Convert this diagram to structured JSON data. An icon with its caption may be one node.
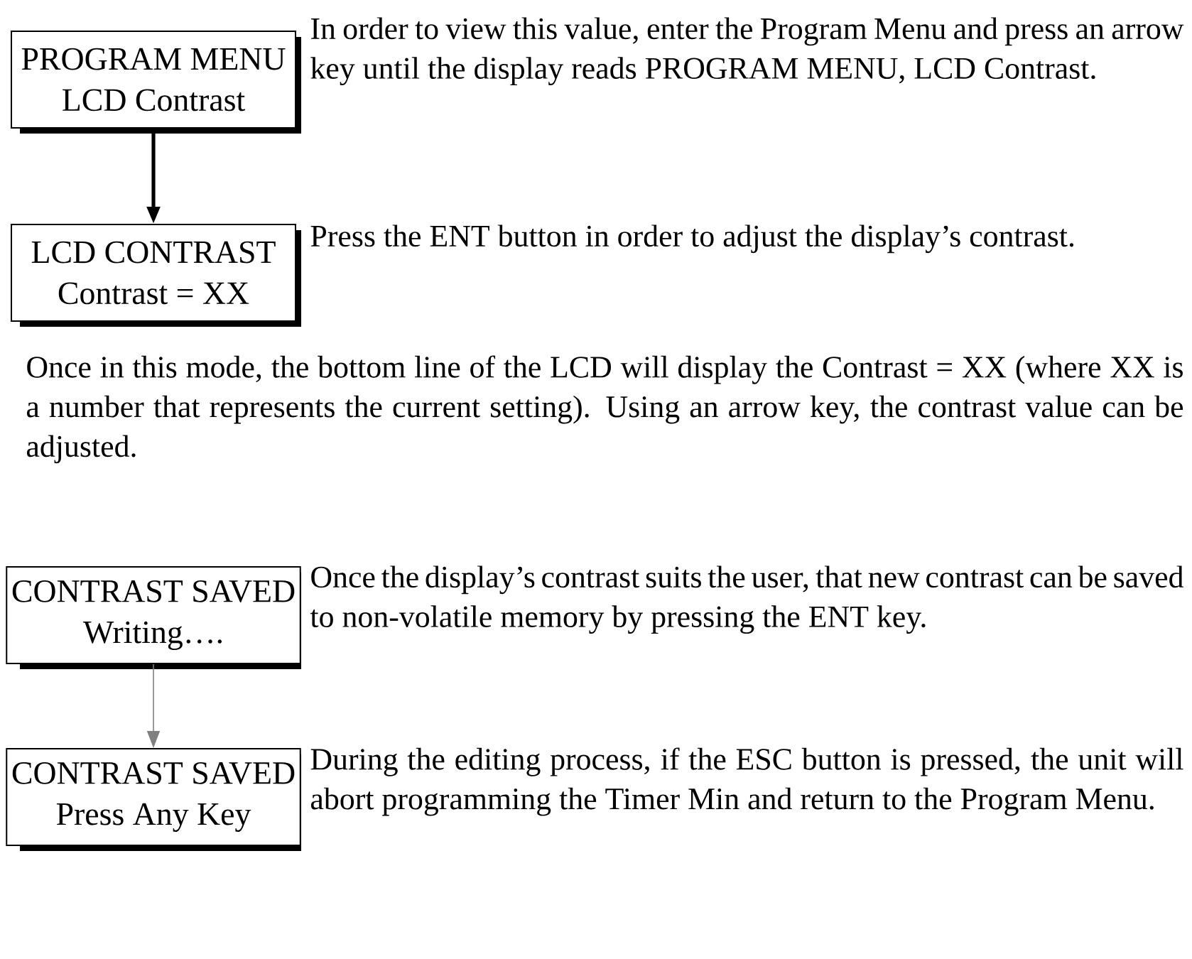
{
  "diagram": {
    "nodes": [
      {
        "text": [
          "PROGRAM  MENU",
          "LCD Contrast"
        ],
        "beside": [
          "In order to view this value, enter the Program Menu and press an arrow key until the display reads PROGRAM MENU, LCD Contrast."
        ]
      },
      {
        "text": [
          "LCD  CONTRAST",
          "Contrast = XX"
        ],
        "beside": [
          "Press the ENT button in order to adjust the display’s contrast."
        ]
      },
      {
        "text": [
          "CONTRAST  SAVED",
          "Writing…."
        ],
        "beside": [
          "Once the display’s contrast suits the user, that new contrast can be saved to non-volatile memory by pressing the ENT key."
        ]
      },
      {
        "text": [
          "CONTRAST  SAVED",
          "Press Any Key"
        ],
        "beside": [
          "During the editing process, if the ESC button is pressed, the unit will abort programming the Timer Min and return to the Program Menu."
        ]
      }
    ],
    "edges": [
      {
        "from": 0,
        "to": 1,
        "arrow": "to",
        "style": "thick"
      },
      {
        "from": 2,
        "to": 3,
        "arrow": "to",
        "color": "#808080"
      }
    ],
    "labels": [
      "Once in this mode, the bottom line of the LCD will display the Contrast = XX (where XX is a number that represents the current setting). Using an arrow key, the contrast value can be adjusted."
    ]
  }
}
